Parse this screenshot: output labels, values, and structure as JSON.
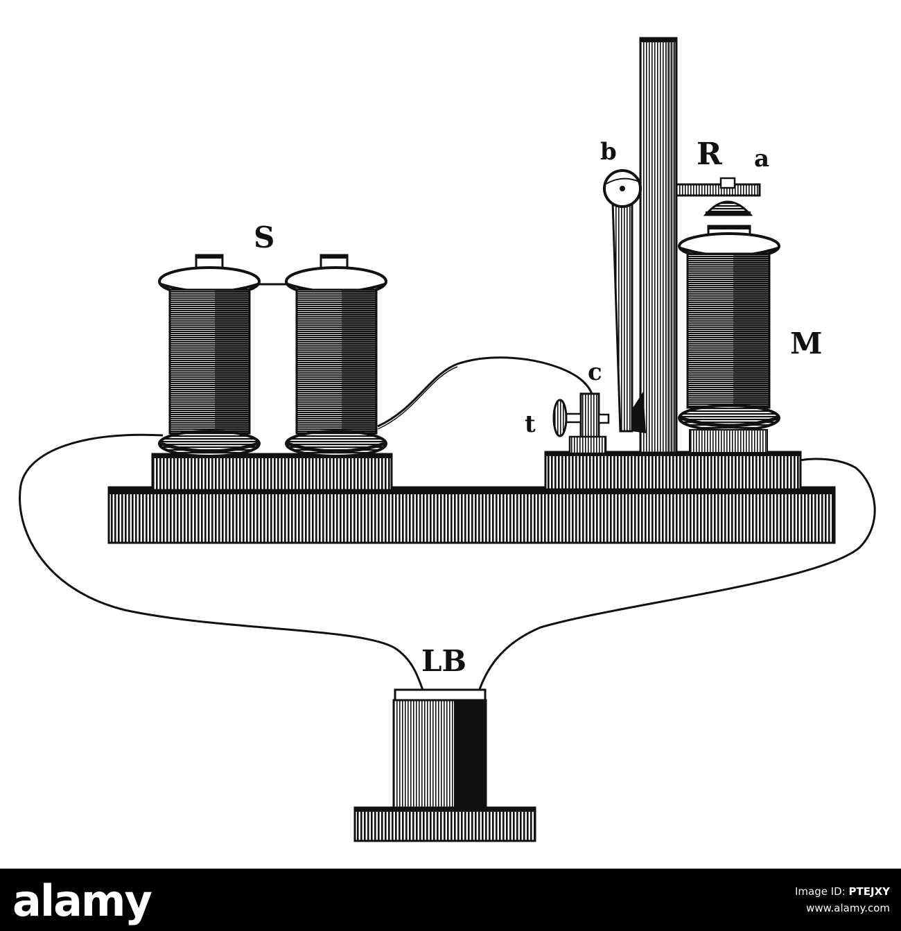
{
  "labels": {
    "S": "S",
    "b": "b",
    "R": "R",
    "a": "a",
    "M": "M",
    "c": "c",
    "t": "t",
    "LB": "LB"
  },
  "banner": {
    "brand": "alamy",
    "image_id_label": "Image ID: ",
    "image_id": "PTEJXY",
    "url": "www.alamy.com"
  },
  "colors": {
    "ink": "#111111",
    "background": "#ffffff",
    "banner": "#000000"
  }
}
